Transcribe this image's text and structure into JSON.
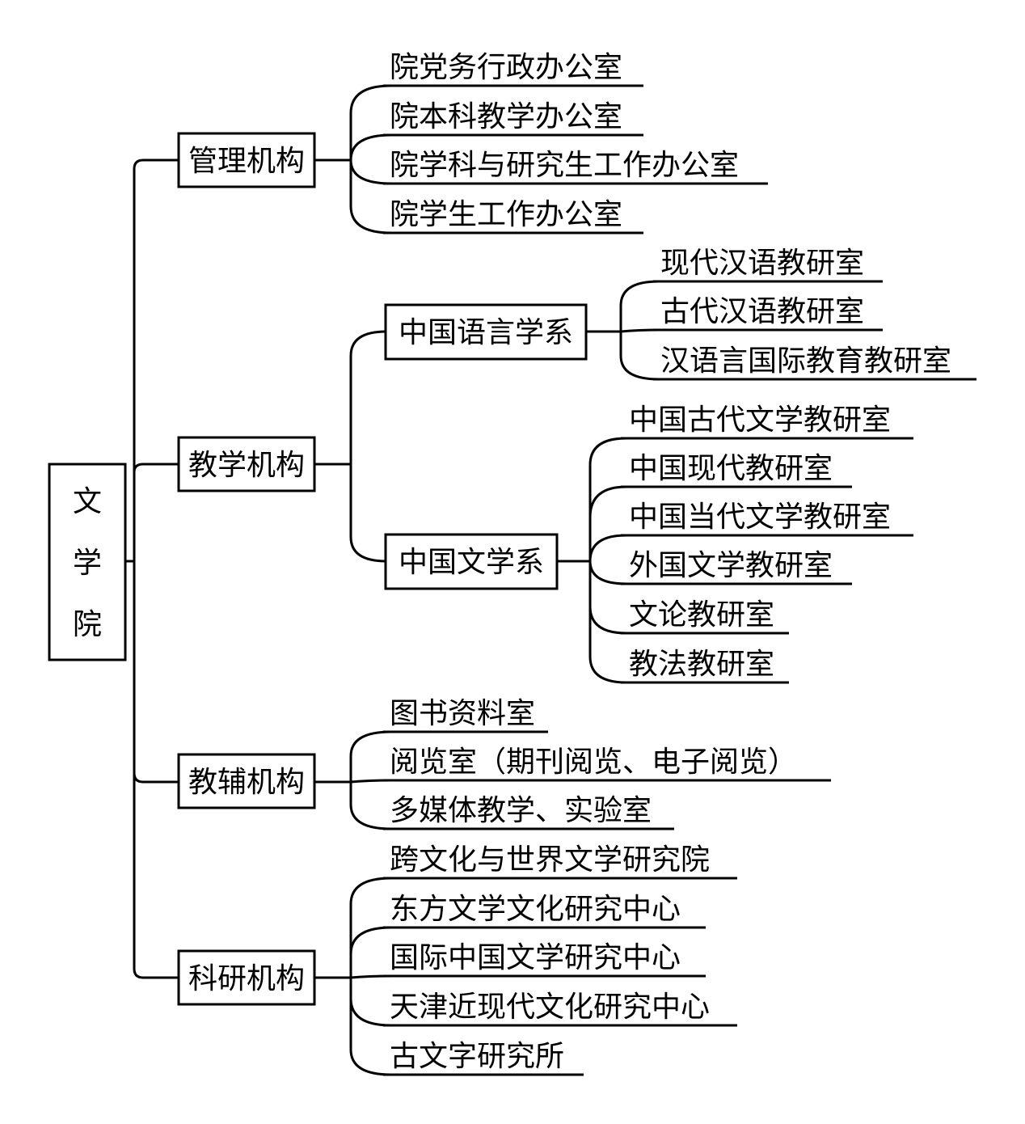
{
  "root": {
    "label_chars": [
      "文",
      "学",
      "院"
    ],
    "label": "文学院"
  },
  "branches": [
    {
      "label": "管理机构",
      "children": [
        {
          "label": "院党务行政办公室"
        },
        {
          "label": "院本科教学办公室"
        },
        {
          "label": "院学科与研究生工作办公室"
        },
        {
          "label": "院学生工作办公室"
        }
      ]
    },
    {
      "label": "教学机构",
      "children": [
        {
          "label": "中国语言学系",
          "children": [
            {
              "label": "现代汉语教研室"
            },
            {
              "label": "古代汉语教研室"
            },
            {
              "label": "汉语言国际教育教研室"
            }
          ]
        },
        {
          "label": "中国文学系",
          "children": [
            {
              "label": "中国古代文学教研室"
            },
            {
              "label": "中国现代教研室"
            },
            {
              "label": "中国当代文学教研室"
            },
            {
              "label": "外国文学教研室"
            },
            {
              "label": "文论教研室"
            },
            {
              "label": "教法教研室"
            }
          ]
        }
      ]
    },
    {
      "label": "教辅机构",
      "children": [
        {
          "label": "图书资料室"
        },
        {
          "label": "阅览室（期刊阅览、电子阅览）"
        },
        {
          "label": "多媒体教学、实验室"
        }
      ]
    },
    {
      "label": "科研机构",
      "children": [
        {
          "label": "跨文化与世界文学研究院"
        },
        {
          "label": "东方文学文化研究中心"
        },
        {
          "label": "国际中国文学研究中心"
        },
        {
          "label": "天津近现代文化研究中心"
        },
        {
          "label": "古文字研究所"
        }
      ]
    }
  ]
}
